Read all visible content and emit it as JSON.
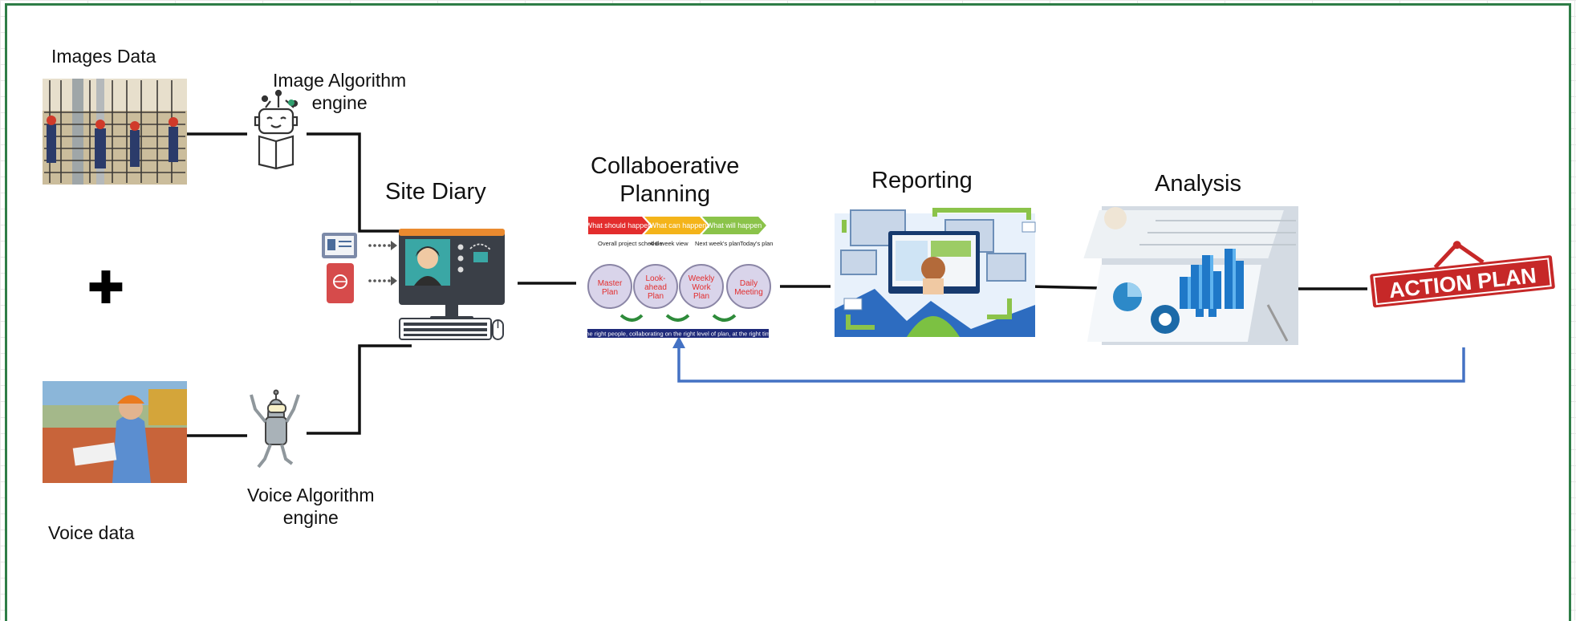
{
  "inputs": {
    "images": {
      "label": "Images Data"
    },
    "voice": {
      "label": "Voice data"
    },
    "plus_glyph": "✚"
  },
  "engines": {
    "image": {
      "line1": "Image Algorithm",
      "line2": "engine"
    },
    "voice": {
      "line1": "Voice Algorithm",
      "line2": "engine"
    }
  },
  "stages": {
    "site_diary": "Site Diary",
    "planning": {
      "line1": "Collaboerative",
      "line2": "Planning"
    },
    "reporting": "Reporting",
    "analysis": "Analysis"
  },
  "planning_graphic": {
    "arrows": [
      "What should happen",
      "What can happen",
      "What will happen"
    ],
    "descriptions": [
      "Overall project schedule",
      "4-6 week view",
      "Next week's plan",
      "Today's plan"
    ],
    "circles": [
      [
        "Master",
        "Plan"
      ],
      [
        "Look-",
        "ahead",
        "Plan"
      ],
      [
        "Weekly",
        "Work",
        "Plan"
      ],
      [
        "Daily",
        "Meeting"
      ]
    ],
    "footer": "The right people, collaborating on the right level of plan, at the right time"
  },
  "action_plan": "ACTION PLAN",
  "colors": {
    "frame": "#2e7d46",
    "flow_line": "#111111",
    "feedback_arrow": "#4472c4",
    "action_sign": "#c62828",
    "planning_footer": "#1f2a7a"
  }
}
